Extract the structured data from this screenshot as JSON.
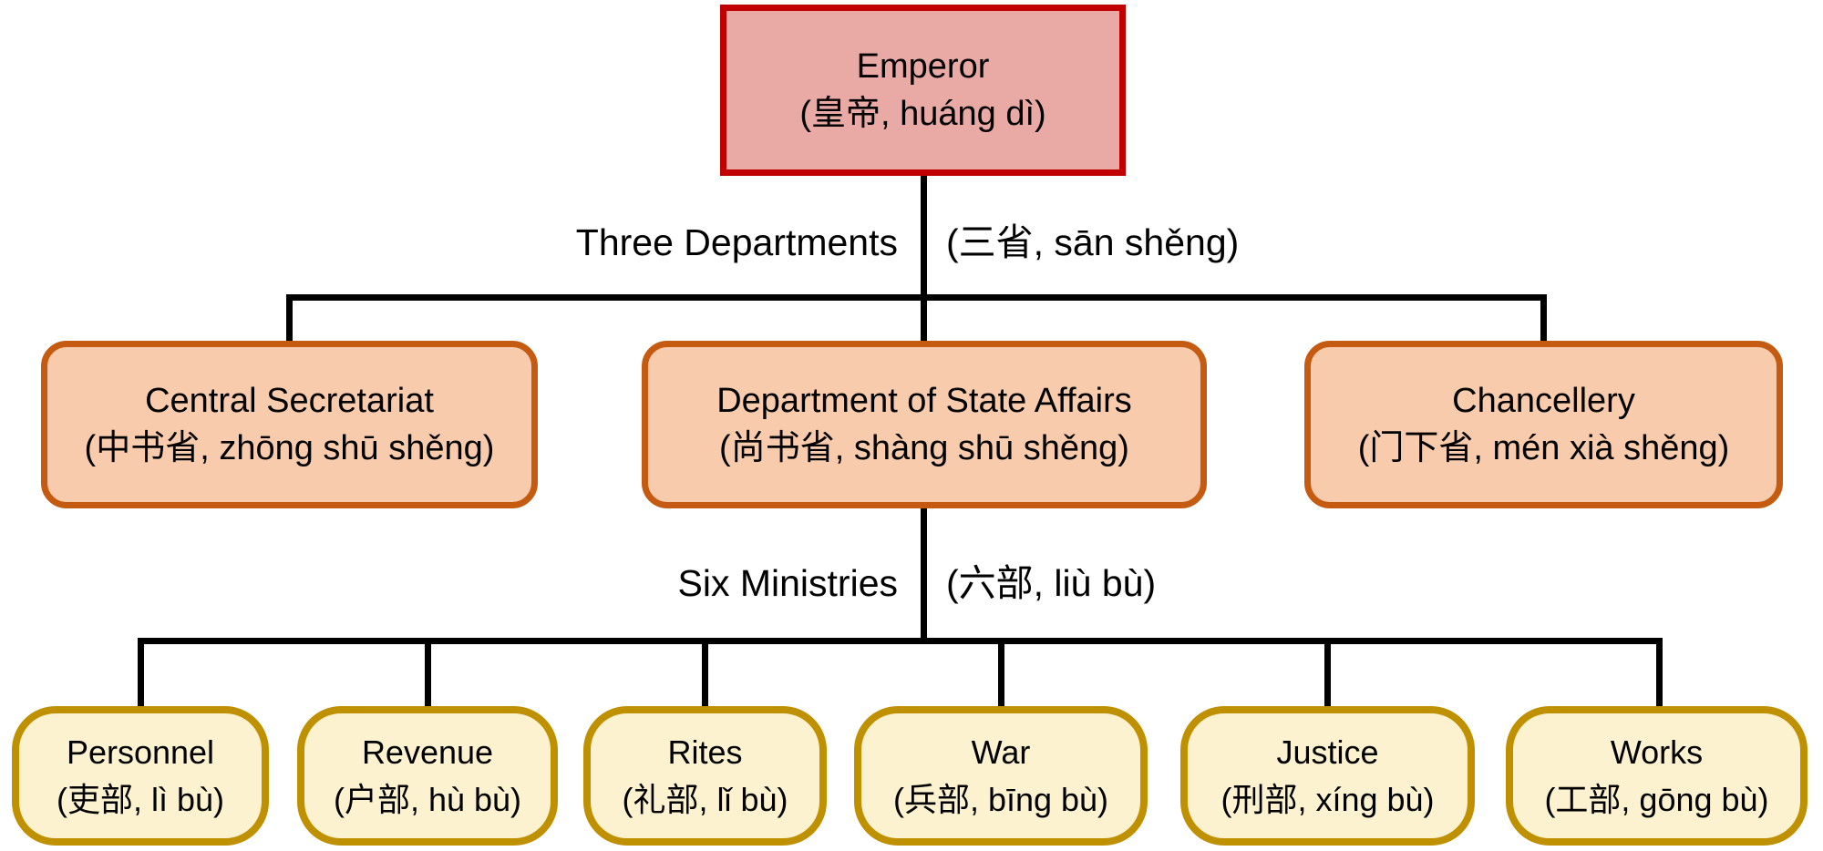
{
  "colors": {
    "background": "#ffffff",
    "connector": "#000000",
    "text": "#000000",
    "emperor_fill": "#e9a9a4",
    "emperor_border": "#c00000",
    "department_fill": "#f8cbad",
    "department_border": "#c55a11",
    "ministry_fill": "#fdf2cf",
    "ministry_border": "#bf9000"
  },
  "nodes": {
    "emperor": {
      "title": "Emperor",
      "subtitle": "(皇帝, huáng dì)"
    },
    "departments": [
      {
        "title": "Central Secretariat",
        "subtitle": "(中书省, zhōng shū shěng)"
      },
      {
        "title": "Department of State Affairs",
        "subtitle": "(尚书省, shàng shū shěng)"
      },
      {
        "title": "Chancellery",
        "subtitle": "(门下省, mén xià shěng)"
      }
    ],
    "ministries": [
      {
        "title": "Personnel",
        "subtitle": "(吏部, lì bù)"
      },
      {
        "title": "Revenue",
        "subtitle": "(户部, hù bù)"
      },
      {
        "title": "Rites",
        "subtitle": "(礼部, lǐ bù)"
      },
      {
        "title": "War",
        "subtitle": "(兵部, bīng bù)"
      },
      {
        "title": "Justice",
        "subtitle": "(刑部, xíng bù)"
      },
      {
        "title": "Works",
        "subtitle": "(工部, gōng bù)"
      }
    ]
  },
  "labels": {
    "three_departments": {
      "en": "Three Departments",
      "zh": "(三省, sān shěng)"
    },
    "six_ministries": {
      "en": "Six Ministries",
      "zh": "(六部, liù bù)"
    }
  }
}
